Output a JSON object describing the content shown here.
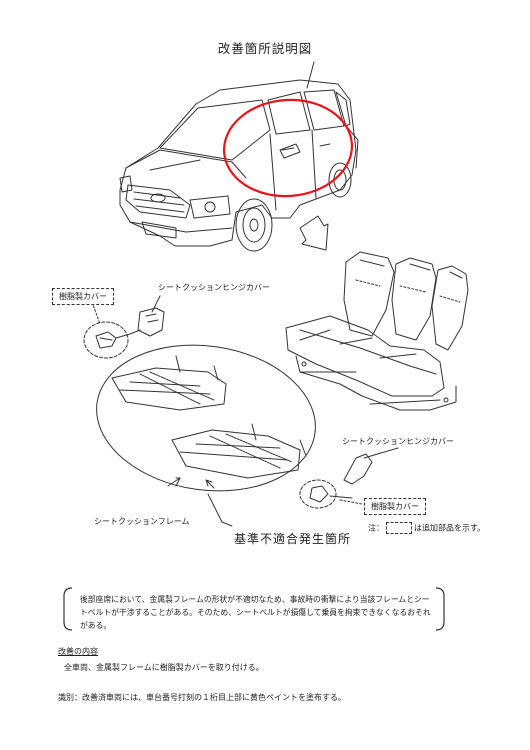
{
  "title": "改善箇所説明図",
  "labels": {
    "resin_cover_left": "樹脂製カバー",
    "hinge_cover_top": "シートクッションヒンジカバー",
    "hinge_cover_right": "シートクッションヒンジカバー",
    "resin_cover_right": "樹脂製カバー",
    "seat_cushion_frame": "シートクッションフレーム",
    "defect_location": "基準不適合発生箇所",
    "note_prefix": "注：",
    "note_suffix": "は追加部品を示す。"
  },
  "description": "後部座席において、金属製フレームの形状が不適切なため、事故時の衝撃により当該フレームとシートベルトが干渉することがある。そのため、シートベルトが損傷して乗員を拘束できなくなるおそれがある。",
  "remedy": {
    "heading": "改善の内容",
    "text": "全車両、金属製フレームに樹脂製カバーを取り付ける。"
  },
  "identification": "識別：改善済車両には、車台番号打刻の１桁目上部に黄色ペイントを塗布する。",
  "colors": {
    "highlight_circle": "#e8141b",
    "ink": "#222222"
  }
}
